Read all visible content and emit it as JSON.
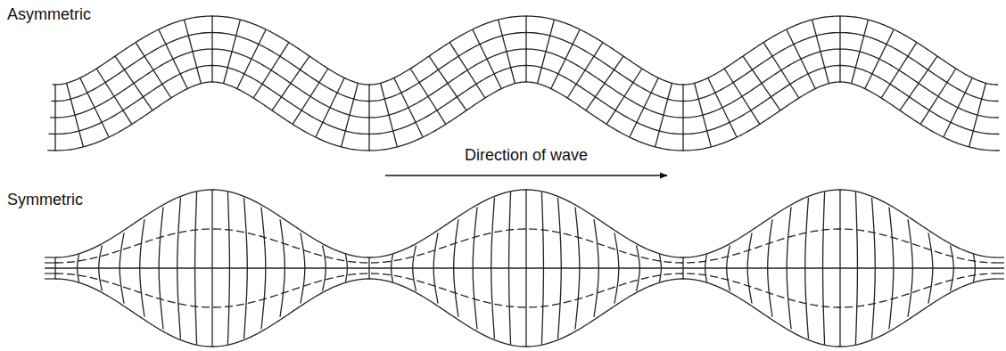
{
  "diagram": {
    "labels": [
      "Asymmetric",
      "Direction of wave",
      "Symmetric"
    ]
  }
}
